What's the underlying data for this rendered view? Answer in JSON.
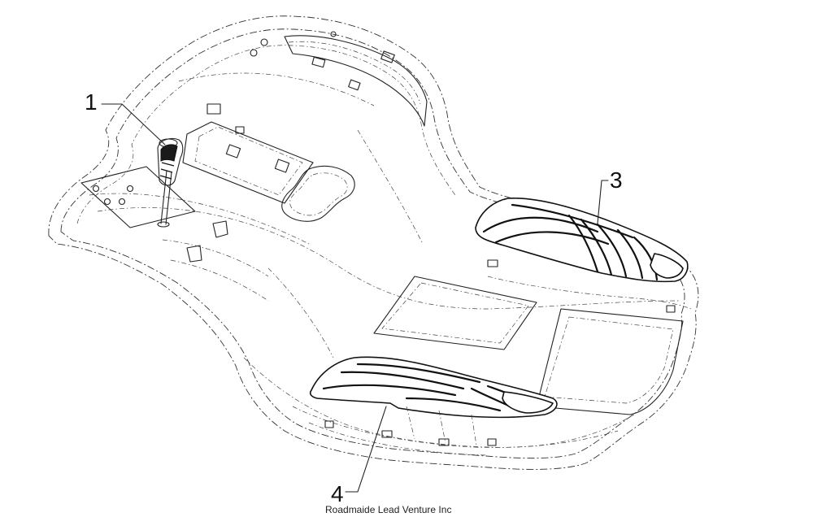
{
  "callouts": [
    {
      "id": "1",
      "label": "1"
    },
    {
      "id": "3",
      "label": "3"
    },
    {
      "id": "4",
      "label": "4"
    }
  ],
  "footer": {
    "text": "Roadmaide Lead Venture Inc"
  }
}
